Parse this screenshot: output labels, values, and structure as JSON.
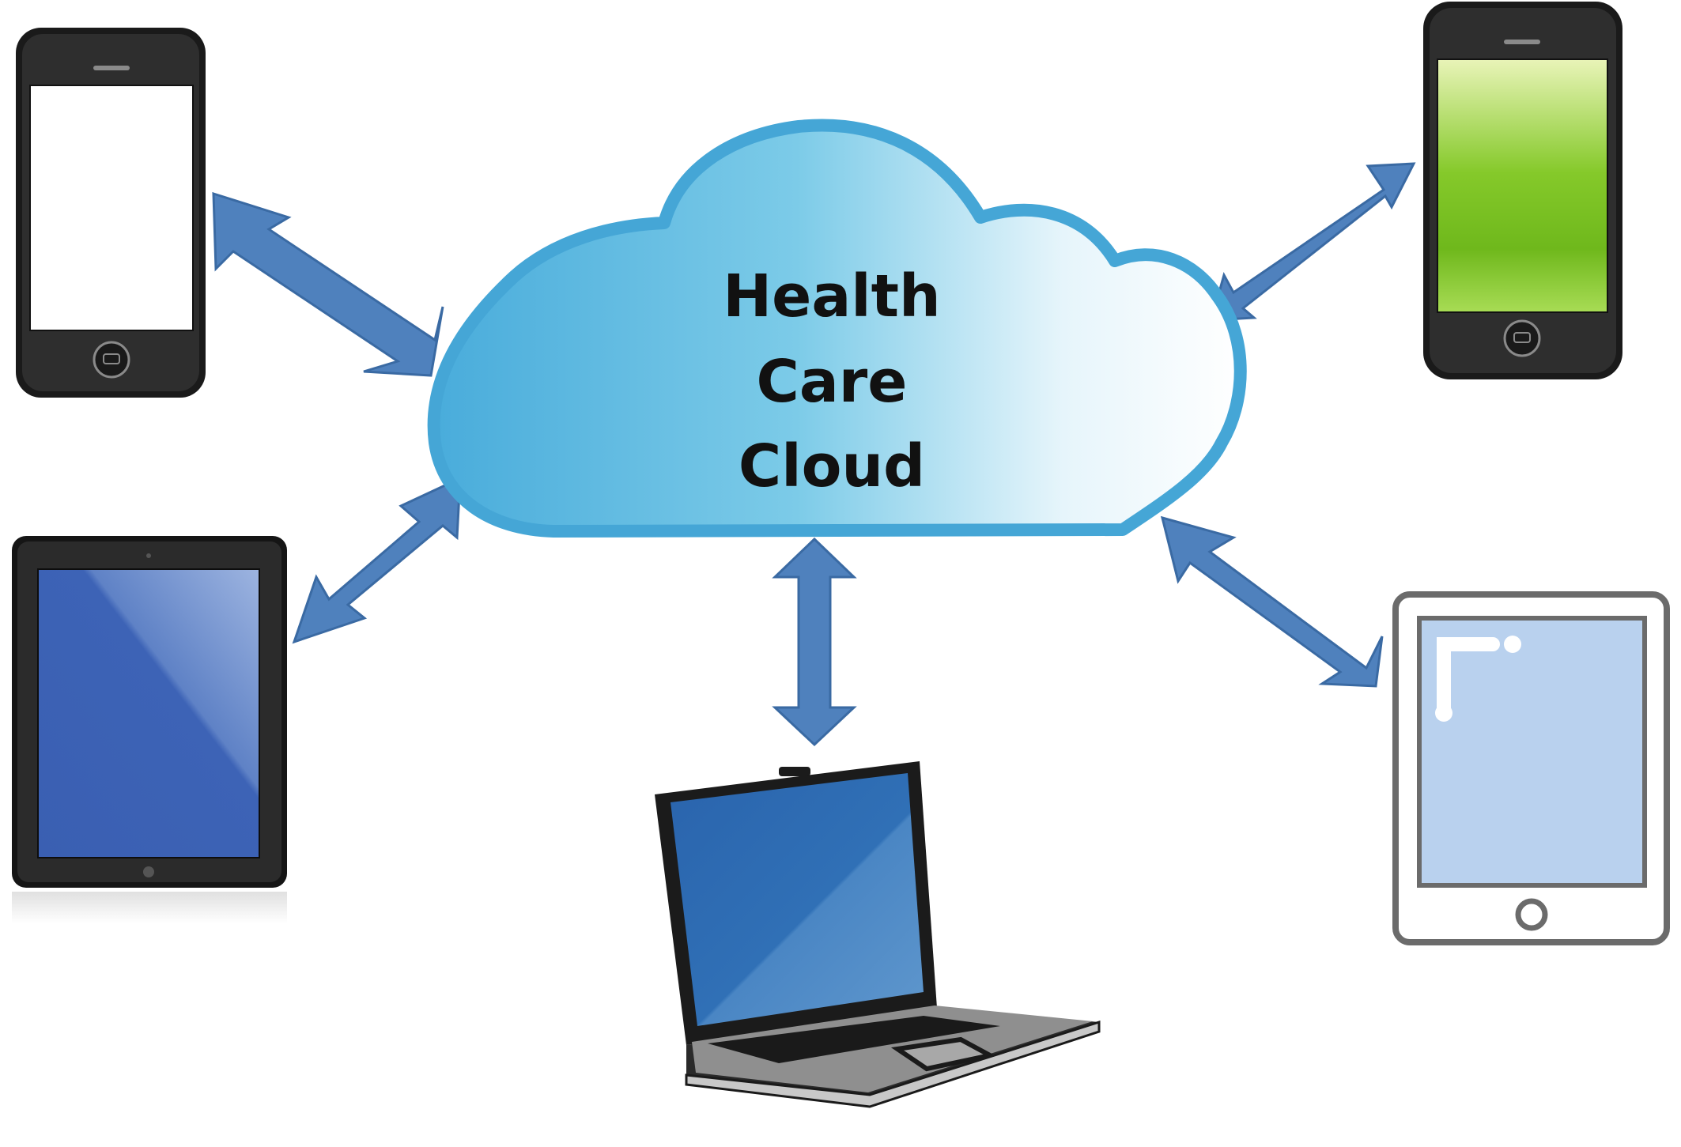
{
  "cloud": {
    "lines": [
      "Health",
      "Care",
      "Cloud"
    ]
  },
  "colors": {
    "arrow": "#4f81bd",
    "arrow_stroke": "#3a6aa3",
    "cloud_stroke": "#45a6d6",
    "cloud_fill_left": "#4aaedc",
    "cloud_fill_right": "#ffffff",
    "device_body": "#1a1a1a",
    "tablet_screen_blue": "#3c62b4",
    "laptop_screen_blue": "#2f6cb0",
    "phone_screen_green": "#7cc623",
    "outline_tablet_screen": "#b9d1ee"
  },
  "devices": [
    {
      "id": "phone-white",
      "icon": "smartphone-icon"
    },
    {
      "id": "phone-green",
      "icon": "smartphone-icon"
    },
    {
      "id": "tablet-blue",
      "icon": "tablet-icon"
    },
    {
      "id": "tablet-outline",
      "icon": "tablet-icon"
    },
    {
      "id": "laptop",
      "icon": "laptop-icon"
    }
  ]
}
